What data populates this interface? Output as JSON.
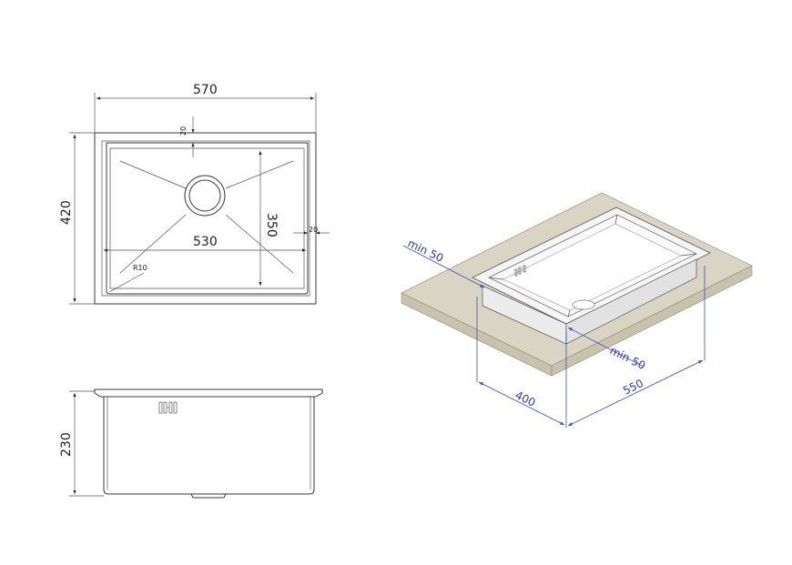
{
  "top_view": {
    "width_label": "570",
    "height_label": "420",
    "inner_width_label": "530",
    "inner_height_label": "350",
    "drain_offset_label": "20",
    "side_offset_label": "20",
    "corner_radius_label": "R10"
  },
  "side_view": {
    "depth_label": "230"
  },
  "iso_view": {
    "min_left_label": "min 50",
    "min_right_label": "min 50",
    "cutout_width_label": "400",
    "cutout_length_label": "550"
  },
  "colors": {
    "countertop": "#d9d4c3",
    "countertop_edge": "#c9c3ae",
    "dimension_blue": "#3b52b5",
    "line": "#3a3a3a"
  }
}
